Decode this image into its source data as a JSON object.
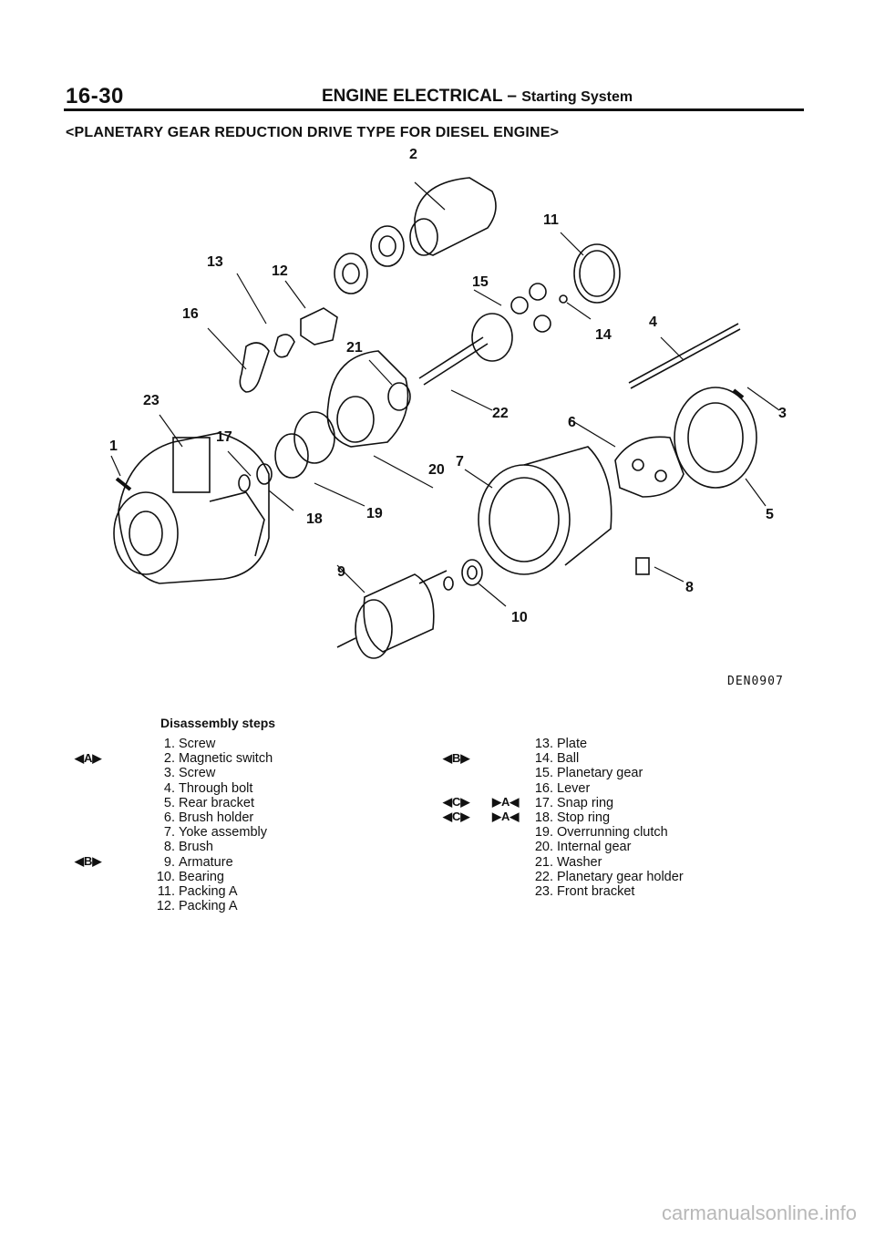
{
  "header": {
    "page_number": "16-30",
    "section": "ENGINE ELECTRICAL",
    "dash": "–",
    "subsection": "Starting System"
  },
  "subtitle": "<PLANETARY GEAR REDUCTION DRIVE TYPE FOR DIESEL ENGINE>",
  "diagram": {
    "figure_code": "DEN0907",
    "callouts": [
      "1",
      "2",
      "3",
      "4",
      "5",
      "6",
      "7",
      "8",
      "9",
      "10",
      "11",
      "12",
      "13",
      "14",
      "15",
      "16",
      "17",
      "18",
      "19",
      "20",
      "21",
      "22",
      "23"
    ]
  },
  "steps": {
    "title": "Disassembly steps",
    "left": [
      {
        "num": "1.",
        "label": "Screw"
      },
      {
        "num": "2.",
        "label": "Magnetic switch"
      },
      {
        "num": "3.",
        "label": "Screw"
      },
      {
        "num": "4.",
        "label": "Through bolt"
      },
      {
        "num": "5.",
        "label": "Rear bracket"
      },
      {
        "num": "6.",
        "label": "Brush holder"
      },
      {
        "num": "7.",
        "label": "Yoke assembly"
      },
      {
        "num": "8.",
        "label": "Brush"
      },
      {
        "num": "9.",
        "label": "Armature"
      },
      {
        "num": "10.",
        "label": "Bearing"
      },
      {
        "num": "11.",
        "label": "Packing A"
      },
      {
        "num": "12.",
        "label": "Packing A"
      }
    ],
    "right": [
      {
        "num": "13.",
        "label": "Plate"
      },
      {
        "num": "14.",
        "label": "Ball"
      },
      {
        "num": "15.",
        "label": "Planetary gear"
      },
      {
        "num": "16.",
        "label": "Lever"
      },
      {
        "num": "17.",
        "label": "Snap ring"
      },
      {
        "num": "18.",
        "label": "Stop ring"
      },
      {
        "num": "19.",
        "label": "Overrunning clutch"
      },
      {
        "num": "20.",
        "label": "Internal gear"
      },
      {
        "num": "21.",
        "label": "Washer"
      },
      {
        "num": "22.",
        "label": "Planetary gear holder"
      },
      {
        "num": "23.",
        "label": "Front bracket"
      }
    ],
    "marks": {
      "a_removal": "◀A▶",
      "b_removal": "◀B▶",
      "c_removal": "◀C▶",
      "a_install": "▶A◀"
    }
  },
  "watermark": "carmanualsonline.info"
}
